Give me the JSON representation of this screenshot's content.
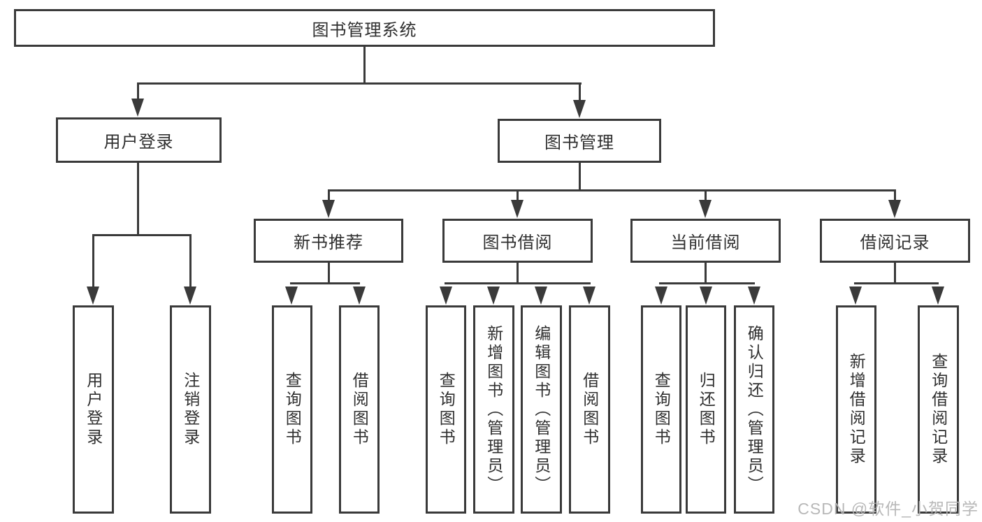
{
  "diagram": {
    "root": "图书管理系统",
    "branches": [
      {
        "label": "用户登录",
        "children": [
          "用户登录",
          "注销登录"
        ]
      },
      {
        "label": "图书管理",
        "groups": [
          {
            "label": "新书推荐",
            "children": [
              "查询图书",
              "借阅图书"
            ]
          },
          {
            "label": "图书借阅",
            "children": [
              "查询图书",
              "新增图书（管理员）",
              "编辑图书（管理员）",
              "借阅图书"
            ]
          },
          {
            "label": "当前借阅",
            "children": [
              "查询图书",
              "归还图书",
              "确认归还（管理员）"
            ]
          },
          {
            "label": "借阅记录",
            "children": [
              "新增借阅记录",
              "查询借阅记录"
            ]
          }
        ]
      }
    ]
  },
  "watermark": "CSDN @软件_小贺同学",
  "colors": {
    "line": "#3a3a3a",
    "text": "#2f2f2f",
    "background": "#ffffff",
    "watermark": "#b4b4b4"
  }
}
